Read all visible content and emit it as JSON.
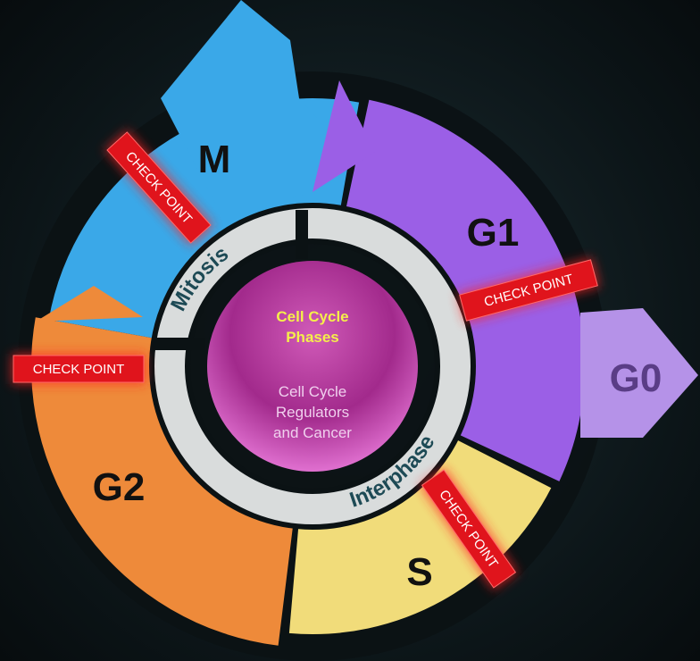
{
  "phases": {
    "m": "M",
    "g1": "G1",
    "g0": "G0",
    "s": "S",
    "g2": "G2"
  },
  "ring": {
    "mitosis": "Mitosis",
    "interphase": "Interphase"
  },
  "center": {
    "title_line1": "Cell Cycle",
    "title_line2": "Phases",
    "sub_line1": "Cell Cycle",
    "sub_line2": "Regulators",
    "sub_line3": "and Cancer"
  },
  "checkpoints": [
    "CHECK POINT",
    "CHECK POINT",
    "CHECK POINT",
    "CHECK POINT"
  ],
  "colors": {
    "m": "#3aa8e8",
    "g1": "#9b5fe6",
    "g0": "#b592e8",
    "s": "#f1dc7a",
    "g2": "#ee8a3a",
    "checkpoint": "#e0141c",
    "center": "#b0309a"
  }
}
